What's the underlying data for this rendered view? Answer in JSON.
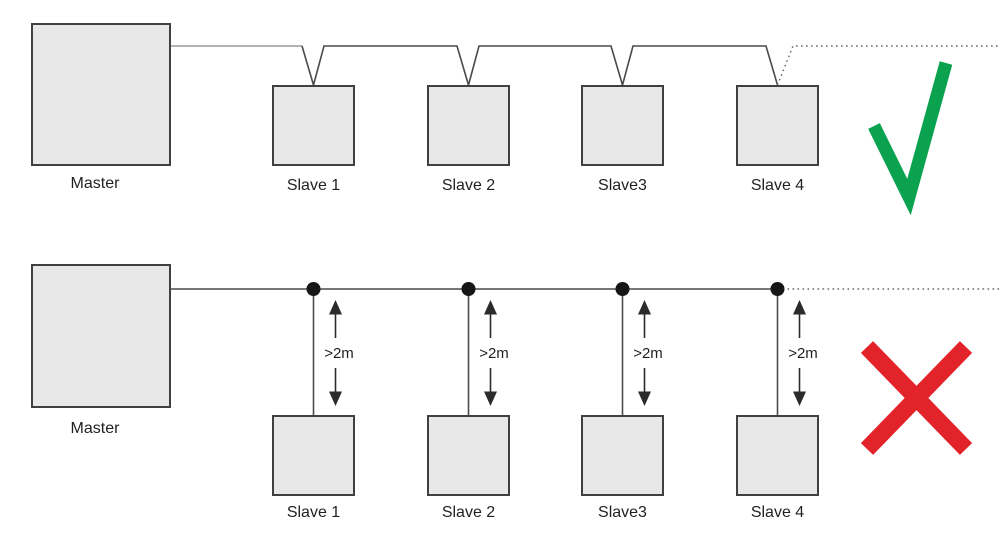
{
  "figure": {
    "description": "bus-wiring-topology-comparison"
  },
  "colors": {
    "check_green": "#0aa24e",
    "cross_red": "#e2232a",
    "box_fill": "#e8e8e8",
    "line": "#4a4a4a",
    "text": "#231f20"
  },
  "correct": {
    "master_label": "Master",
    "slave_labels": [
      "Slave 1",
      "Slave 2",
      "Slave3",
      "Slave 4"
    ],
    "status_icon": "checkmark"
  },
  "incorrect": {
    "master_label": "Master",
    "slave_labels": [
      "Slave 1",
      "Slave 2",
      "Slave3",
      "Slave 4"
    ],
    "stub_length_label": ">2m",
    "status_icon": "cross"
  }
}
